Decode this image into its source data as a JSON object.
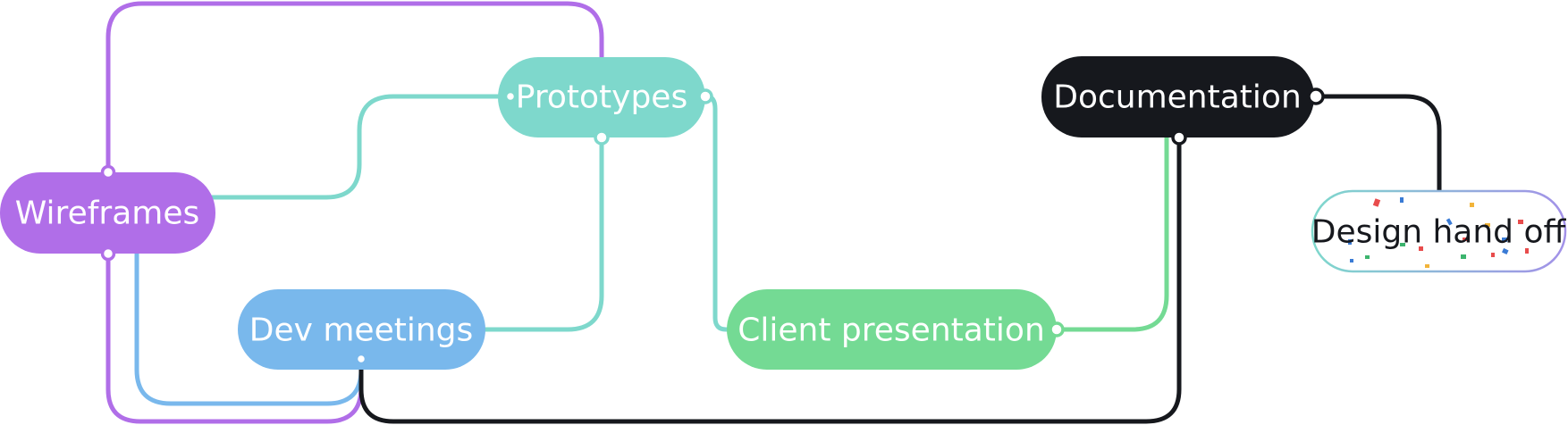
{
  "colors": {
    "purple": "#b06ee8",
    "teal": "#7ed8cc",
    "blue": "#79b8ec",
    "green": "#74da94",
    "black": "#16181d",
    "white": "#ffffff",
    "handoff_border_teal": "#7ed8cc",
    "handoff_border_purple": "#a291e8"
  },
  "nodes": {
    "wireframes": {
      "label": "Wireframes"
    },
    "prototypes": {
      "label": "Prototypes"
    },
    "dev_meetings": {
      "label": "Dev meetings"
    },
    "client_presentation": {
      "label": "Client presentation"
    },
    "documentation": {
      "label": "Documentation"
    },
    "design_hand_off": {
      "label": "Design hand off"
    }
  },
  "edges": [
    {
      "from": "wireframes",
      "to": "prototypes",
      "color": "purple"
    },
    {
      "from": "wireframes",
      "to": "prototypes",
      "color": "teal"
    },
    {
      "from": "wireframes",
      "to": "dev_meetings",
      "color": "blue"
    },
    {
      "from": "wireframes",
      "to": "dev_meetings",
      "color": "purple"
    },
    {
      "from": "prototypes",
      "to": "dev_meetings",
      "color": "teal"
    },
    {
      "from": "prototypes",
      "to": "client_presentation",
      "color": "teal"
    },
    {
      "from": "client_presentation",
      "to": "documentation",
      "color": "green"
    },
    {
      "from": "dev_meetings",
      "to": "documentation",
      "color": "black"
    },
    {
      "from": "documentation",
      "to": "design_hand_off",
      "color": "black"
    }
  ]
}
